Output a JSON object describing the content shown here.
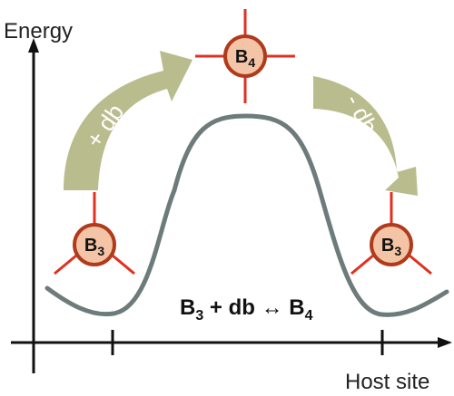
{
  "axes": {
    "y_label": "Energy",
    "x_label": "Host site"
  },
  "transitions": {
    "forward_label": "+ db",
    "reverse_label": "- db"
  },
  "atoms": {
    "left": {
      "base": "B",
      "sub": "3"
    },
    "top": {
      "base": "B",
      "sub": "4"
    },
    "right": {
      "base": "B",
      "sub": "3"
    }
  },
  "equation": {
    "lhs_base": "B",
    "lhs_sub": "3",
    "middle": " + db ↔ ",
    "rhs_base": "B",
    "rhs_sub": "4"
  },
  "colors": {
    "curve": "#6e7b7b",
    "arrow_fill": "#b9bd8e",
    "atom_ring": "#b03a1c",
    "atom_fill": "#f4c4a6",
    "bond": "#e03020",
    "axis": "#111111"
  }
}
